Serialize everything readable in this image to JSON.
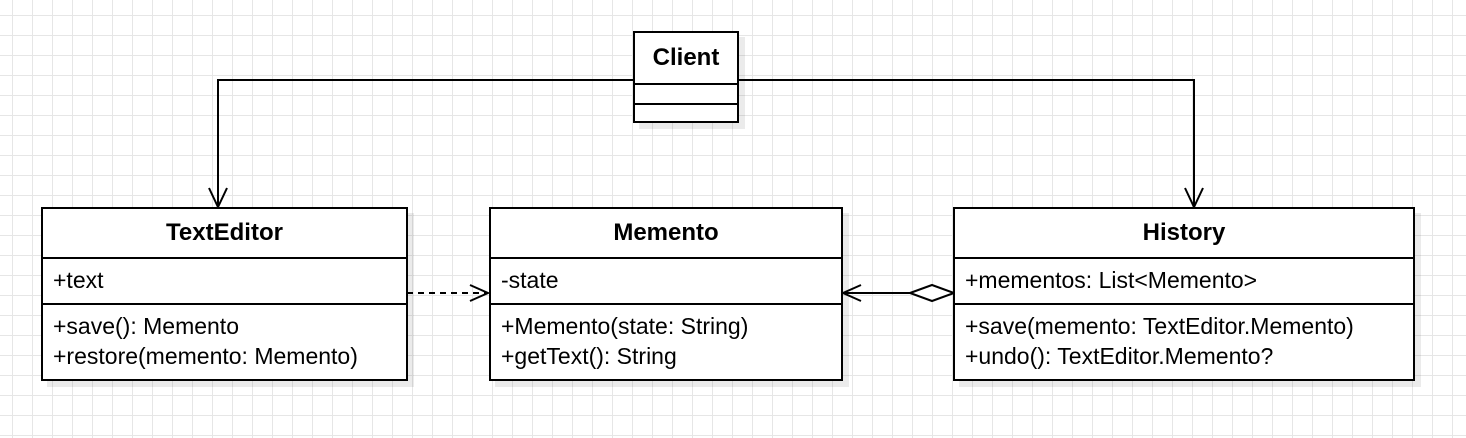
{
  "classes": {
    "client": {
      "name": "Client",
      "attributes": [],
      "operations": []
    },
    "text_editor": {
      "name": "TextEditor",
      "attributes": [
        "+text"
      ],
      "operations": [
        "+save(): Memento",
        "+restore(memento: Memento)"
      ]
    },
    "memento": {
      "name": "Memento",
      "attributes": [
        "-state"
      ],
      "operations": [
        "+Memento(state: String)",
        "+getText(): String"
      ]
    },
    "history": {
      "name": "History",
      "attributes": [
        "+mementos: List<Memento>"
      ],
      "operations": [
        "+save(memento: TextEditor.Memento)",
        "+undo(): TextEditor.Memento?"
      ]
    }
  },
  "relationships": [
    {
      "from": "Client",
      "to": "TextEditor",
      "type": "association"
    },
    {
      "from": "Client",
      "to": "History",
      "type": "association"
    },
    {
      "from": "TextEditor",
      "to": "Memento",
      "type": "dependency"
    },
    {
      "from": "History",
      "to": "Memento",
      "type": "aggregation"
    }
  ]
}
